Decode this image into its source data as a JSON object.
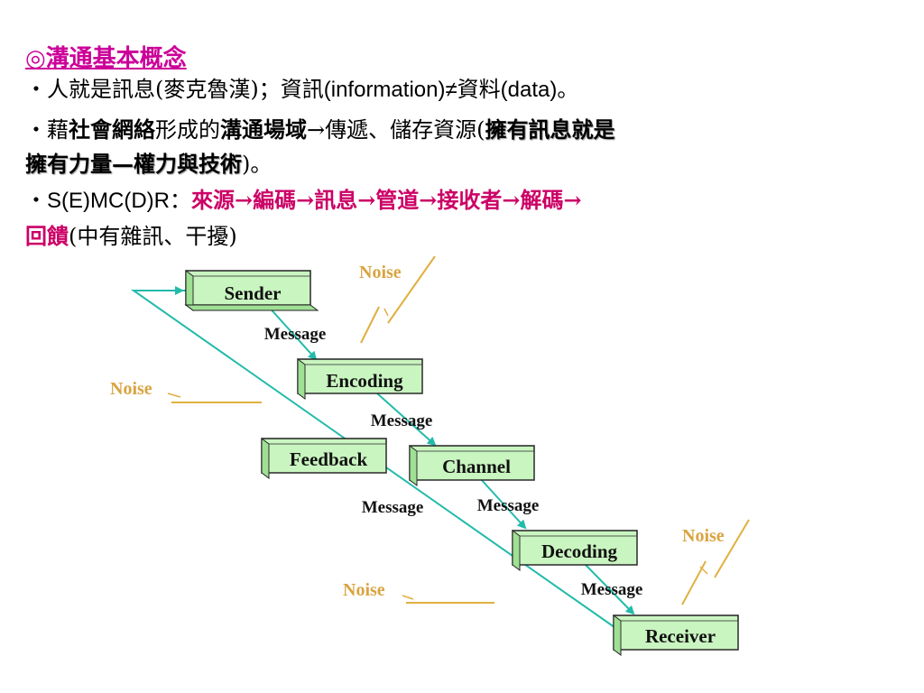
{
  "heading": "◎溝通基本概念",
  "lines": {
    "l1": {
      "bullet": "・",
      "text1": "人就是訊息(",
      "text2": "麥克魯漢",
      "text3": ")；資訊",
      "en1": "(information)",
      "neq": "≠",
      "text4": "資料",
      "en2": "(data)",
      "end": "。"
    },
    "l2": {
      "bullet": "・",
      "a": "藉",
      "b": "社會網絡",
      "c": "形成的",
      "d": "溝通場域",
      "e": "→傳遞、儲存資源(",
      "f": "擁有訊息就是"
    },
    "l3": {
      "a": "擁有力量—權力與技術",
      "b": ")。"
    },
    "l4": {
      "bullet": "・",
      "a": "S(E)MC(D)R：",
      "b": "來源→編碼→訊息→管道→接收者→解碼→"
    },
    "l5": {
      "a": "回饋",
      "b": "(中有雜訊、干擾)"
    }
  },
  "diagram": {
    "boxes": {
      "sender": "Sender",
      "encoding": "Encoding",
      "channel": "Channel",
      "decoding": "Decoding",
      "receiver": "Receiver",
      "feedback": "Feedback"
    },
    "messages": [
      "Message",
      "Message",
      "Message",
      "Message",
      "Message"
    ],
    "noise_label": "Noise",
    "colors": {
      "box_fill": "#c9f5c0",
      "arrow": "#22bbaa",
      "noise": "#e0b040"
    }
  }
}
